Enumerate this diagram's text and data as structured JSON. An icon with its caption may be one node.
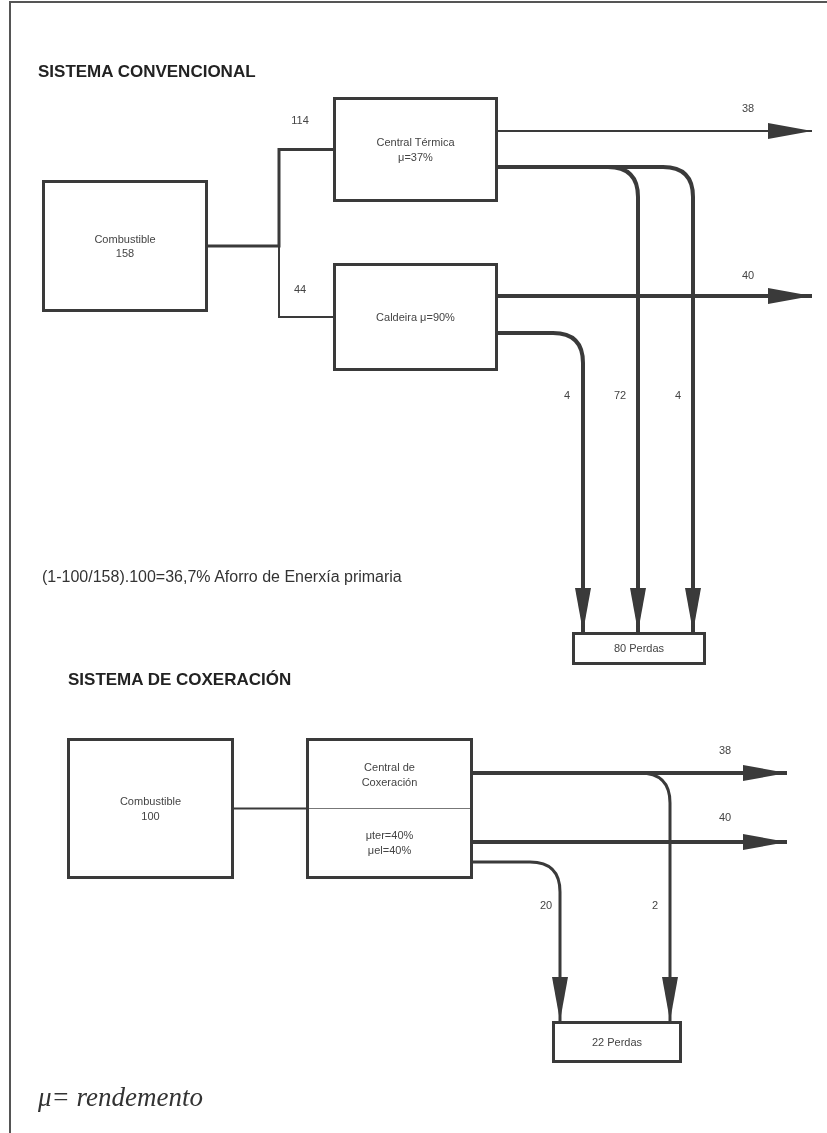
{
  "diagram": {
    "nodes": [
      {
        "text": [
          "Combustible 158"
        ]
      },
      {
        "text": [
          "Central Térmica μ=37%"
        ]
      },
      {
        "text": [
          "Caldeira μ=90%"
        ]
      },
      {
        "text": [
          "80 Perdas"
        ]
      },
      {
        "text": [
          "Combustible 100"
        ]
      },
      {
        "text": [
          "Central de Coxeración",
          "μter=40% μel=40%"
        ]
      },
      {
        "text": [
          "22 Perdas"
        ]
      }
    ],
    "edges": [
      {
        "from": 0,
        "to": 1,
        "arrow": "none",
        "label": "114"
      },
      {
        "from": 0,
        "to": 2,
        "arrow": "none",
        "label": "44"
      },
      {
        "from": 1,
        "to": null,
        "arrow": "to",
        "label": "38"
      },
      {
        "from": 1,
        "to": 3,
        "arrow": "to",
        "label": "72"
      },
      {
        "from": 1,
        "to": 3,
        "arrow": "to",
        "label": "4"
      },
      {
        "from": 2,
        "to": null,
        "arrow": "to",
        "label": "40"
      },
      {
        "from": 2,
        "to": 3,
        "arrow": "to",
        "label": "4"
      },
      {
        "from": 4,
        "to": 5,
        "arrow": "none"
      },
      {
        "from": 5,
        "to": null,
        "arrow": "to",
        "label": "38"
      },
      {
        "from": 5,
        "to": null,
        "arrow": "to",
        "label": "40"
      },
      {
        "from": 5,
        "to": 6,
        "arrow": "to",
        "label": "20"
      },
      {
        "from": 5,
        "to": 6,
        "arrow": "to",
        "label": "2"
      }
    ],
    "labels": [
      "SISTEMA CONVENCIONAL",
      "(1-100/158).100=36,7% Aforro de Enerxía primaria",
      "SISTEMA DE COXERACIÓN",
      "μ= rendemento"
    ]
  }
}
